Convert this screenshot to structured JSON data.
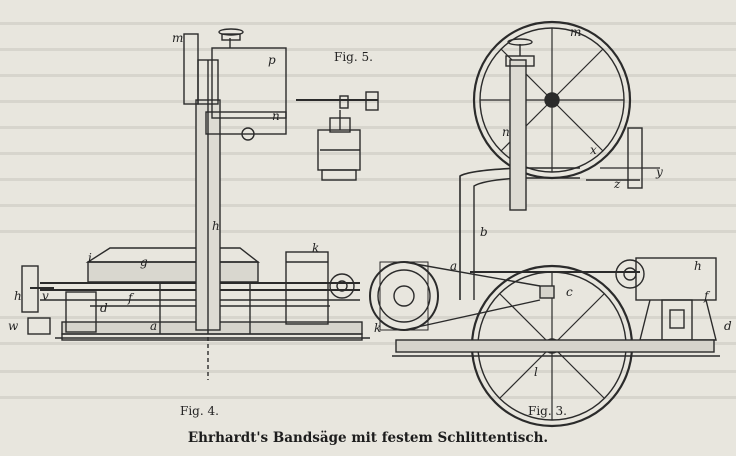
{
  "figures": {
    "fig5": "Fig. 5.",
    "fig4": "Fig. 4.",
    "fig3": "Fig. 3."
  },
  "caption": "Ehrhardt's Bandsäge mit festem Schlittentisch.",
  "letters": {
    "fig5_n": "n",
    "fig5_p": "p",
    "fig4_m": "m",
    "fig4_h": "h",
    "fig4_i": "i",
    "fig4_g": "g",
    "fig4_k": "k",
    "fig4_h2": "h",
    "fig4_v": "v",
    "fig4_d": "d",
    "fig4_f": "f",
    "fig4_w": "w",
    "fig4_a": "a",
    "fig3_m": "m",
    "fig3_n": "n",
    "fig3_x": "x",
    "fig3_z": "z",
    "fig3_y": "y",
    "fig3_b": "b",
    "fig3_a": "a",
    "fig3_c": "c",
    "fig3_k": "k",
    "fig3_l": "l",
    "fig3_h": "h",
    "fig3_f": "f",
    "fig3_d": "d"
  }
}
